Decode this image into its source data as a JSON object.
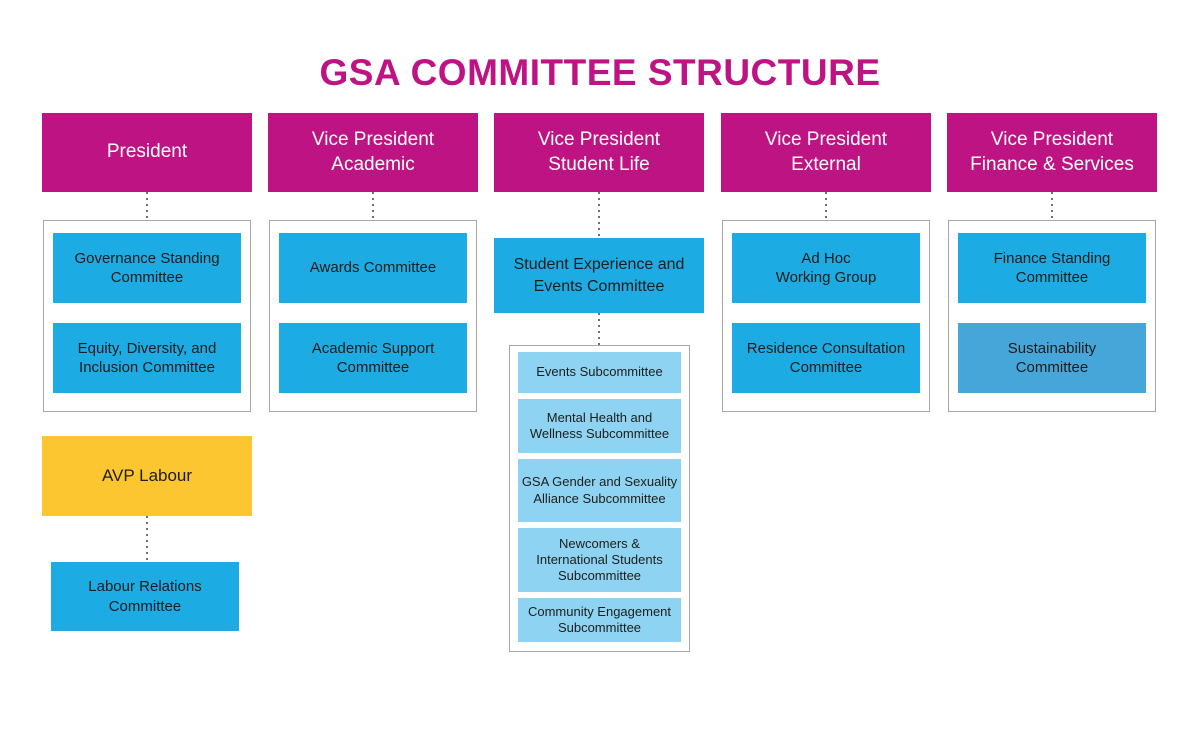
{
  "title": "GSA COMMITTEE STRUCTURE",
  "colors": {
    "magenta": "#be1483",
    "blue": "#1cabe2",
    "light_blue": "#8ed4f2",
    "muted_blue": "#47a6d9",
    "yellow": "#fbc62f",
    "connector_gray": "#6f6f6f",
    "border_gray": "#a8a8a8",
    "text_dark": "#1d1d1b",
    "text_white": "#ffffff"
  },
  "columns": [
    {
      "header": "President",
      "committees": [
        "Governance Standing\nCommittee",
        "Equity, Diversity, and\nInclusion Committee"
      ]
    },
    {
      "header": "Vice President\nAcademic",
      "committees": [
        "Awards Committee",
        "Academic Support\nCommittee"
      ]
    },
    {
      "header": "Vice President\nStudent Life",
      "committee": "Student Experience and\nEvents Committee",
      "subcommittees": [
        "Events Subcommittee",
        "Mental Health and\nWellness Subcommittee",
        "GSA Gender and Sexuality\nAlliance Subcommittee",
        "Newcomers &\nInternational Students\nSubcommittee",
        "Community Engagement\nSubcommittee"
      ]
    },
    {
      "header": "Vice President\nExternal",
      "committees": [
        "Ad Hoc\nWorking Group",
        "Residence Consultation\nCommittee"
      ]
    },
    {
      "header": "Vice President\nFinance & Services",
      "committees": [
        "Finance Standing\nCommittee",
        "Sustainability\nCommittee"
      ]
    }
  ],
  "avp_branch": {
    "label": "AVP Labour",
    "committee": "Labour Relations\nCommittee"
  }
}
